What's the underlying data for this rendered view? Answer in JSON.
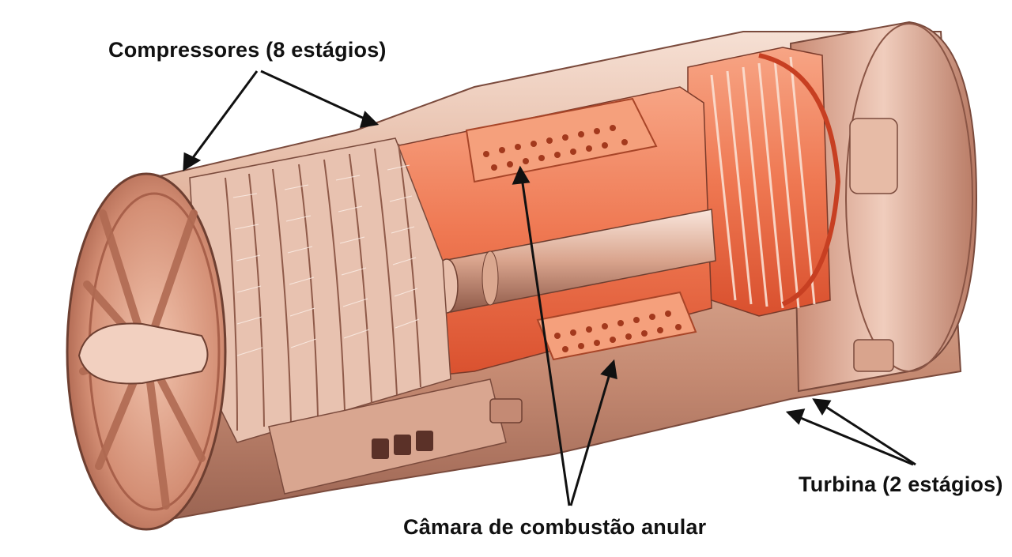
{
  "labels": {
    "compressors": "Compressores (8 estágios)",
    "combustor": "Câmara de combustão anular",
    "turbine": "Turbina (2 estágios)"
  },
  "colors": {
    "background": "#ffffff",
    "metal_light": "#f3d6c7",
    "metal_mid": "#d8a48c",
    "metal_dark": "#8a5545",
    "hot_section": "#f07a52",
    "hot_deep": "#d94a2a",
    "arrow": "#111111"
  }
}
